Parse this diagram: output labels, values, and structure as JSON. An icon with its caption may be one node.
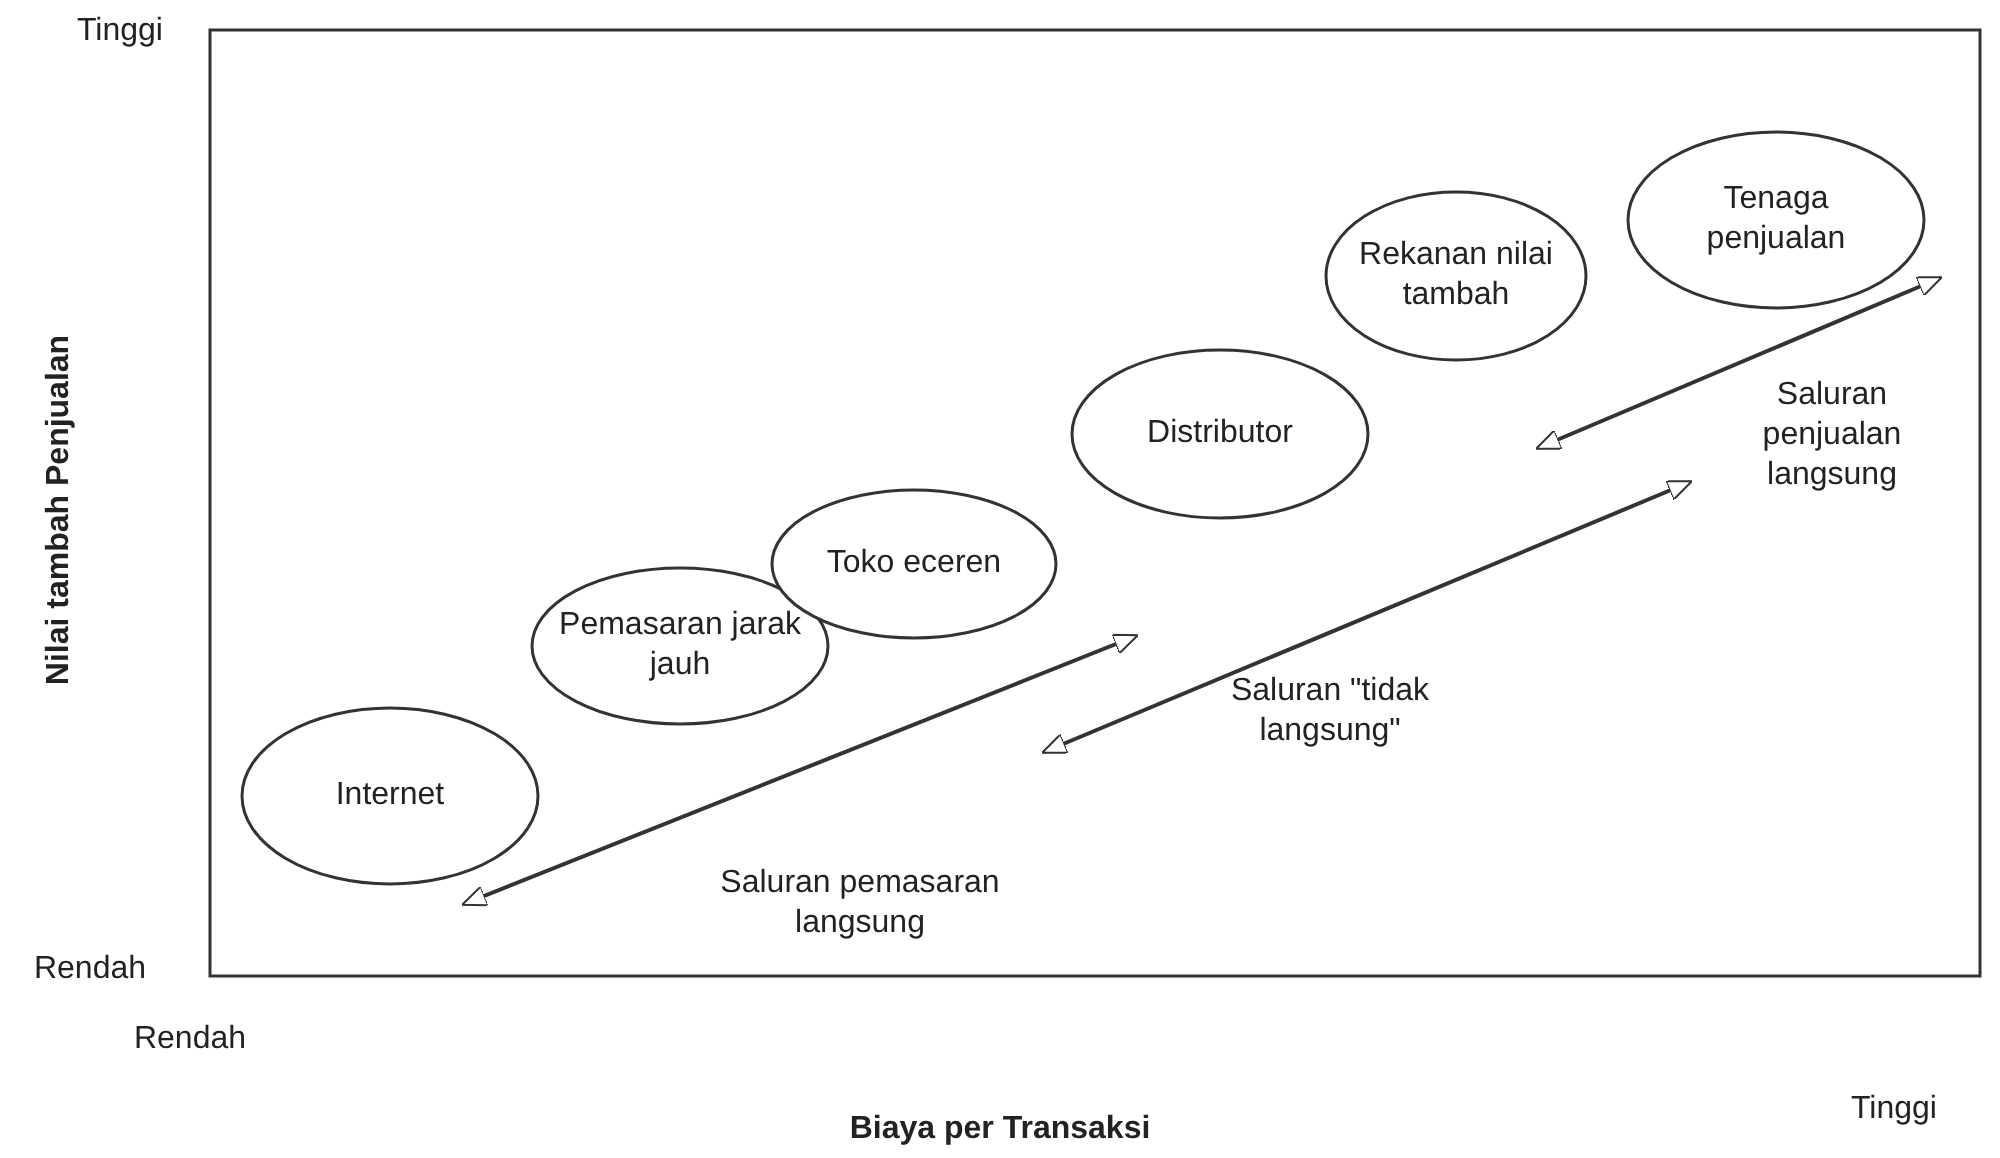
{
  "diagram": {
    "nodes": [
      {
        "text": [
          "Internet"
        ]
      },
      {
        "text": [
          "Pemasaran jarak jauh"
        ]
      },
      {
        "text": [
          "Toko eceren"
        ]
      },
      {
        "text": [
          "Distributor"
        ]
      },
      {
        "text": [
          "Rekanan nilai tambah"
        ]
      },
      {
        "text": [
          "Tenaga penjualan"
        ]
      }
    ],
    "labels": [
      "Tinggi",
      "Nilai tambah Penjualan",
      "Saluran penjualan langsung",
      "Saluran \"tidak langsung\"",
      "Saluran pemasaran langsung",
      "Rendah",
      "Rendah",
      "Tinggi",
      "Biaya per Transaksi"
    ]
  }
}
